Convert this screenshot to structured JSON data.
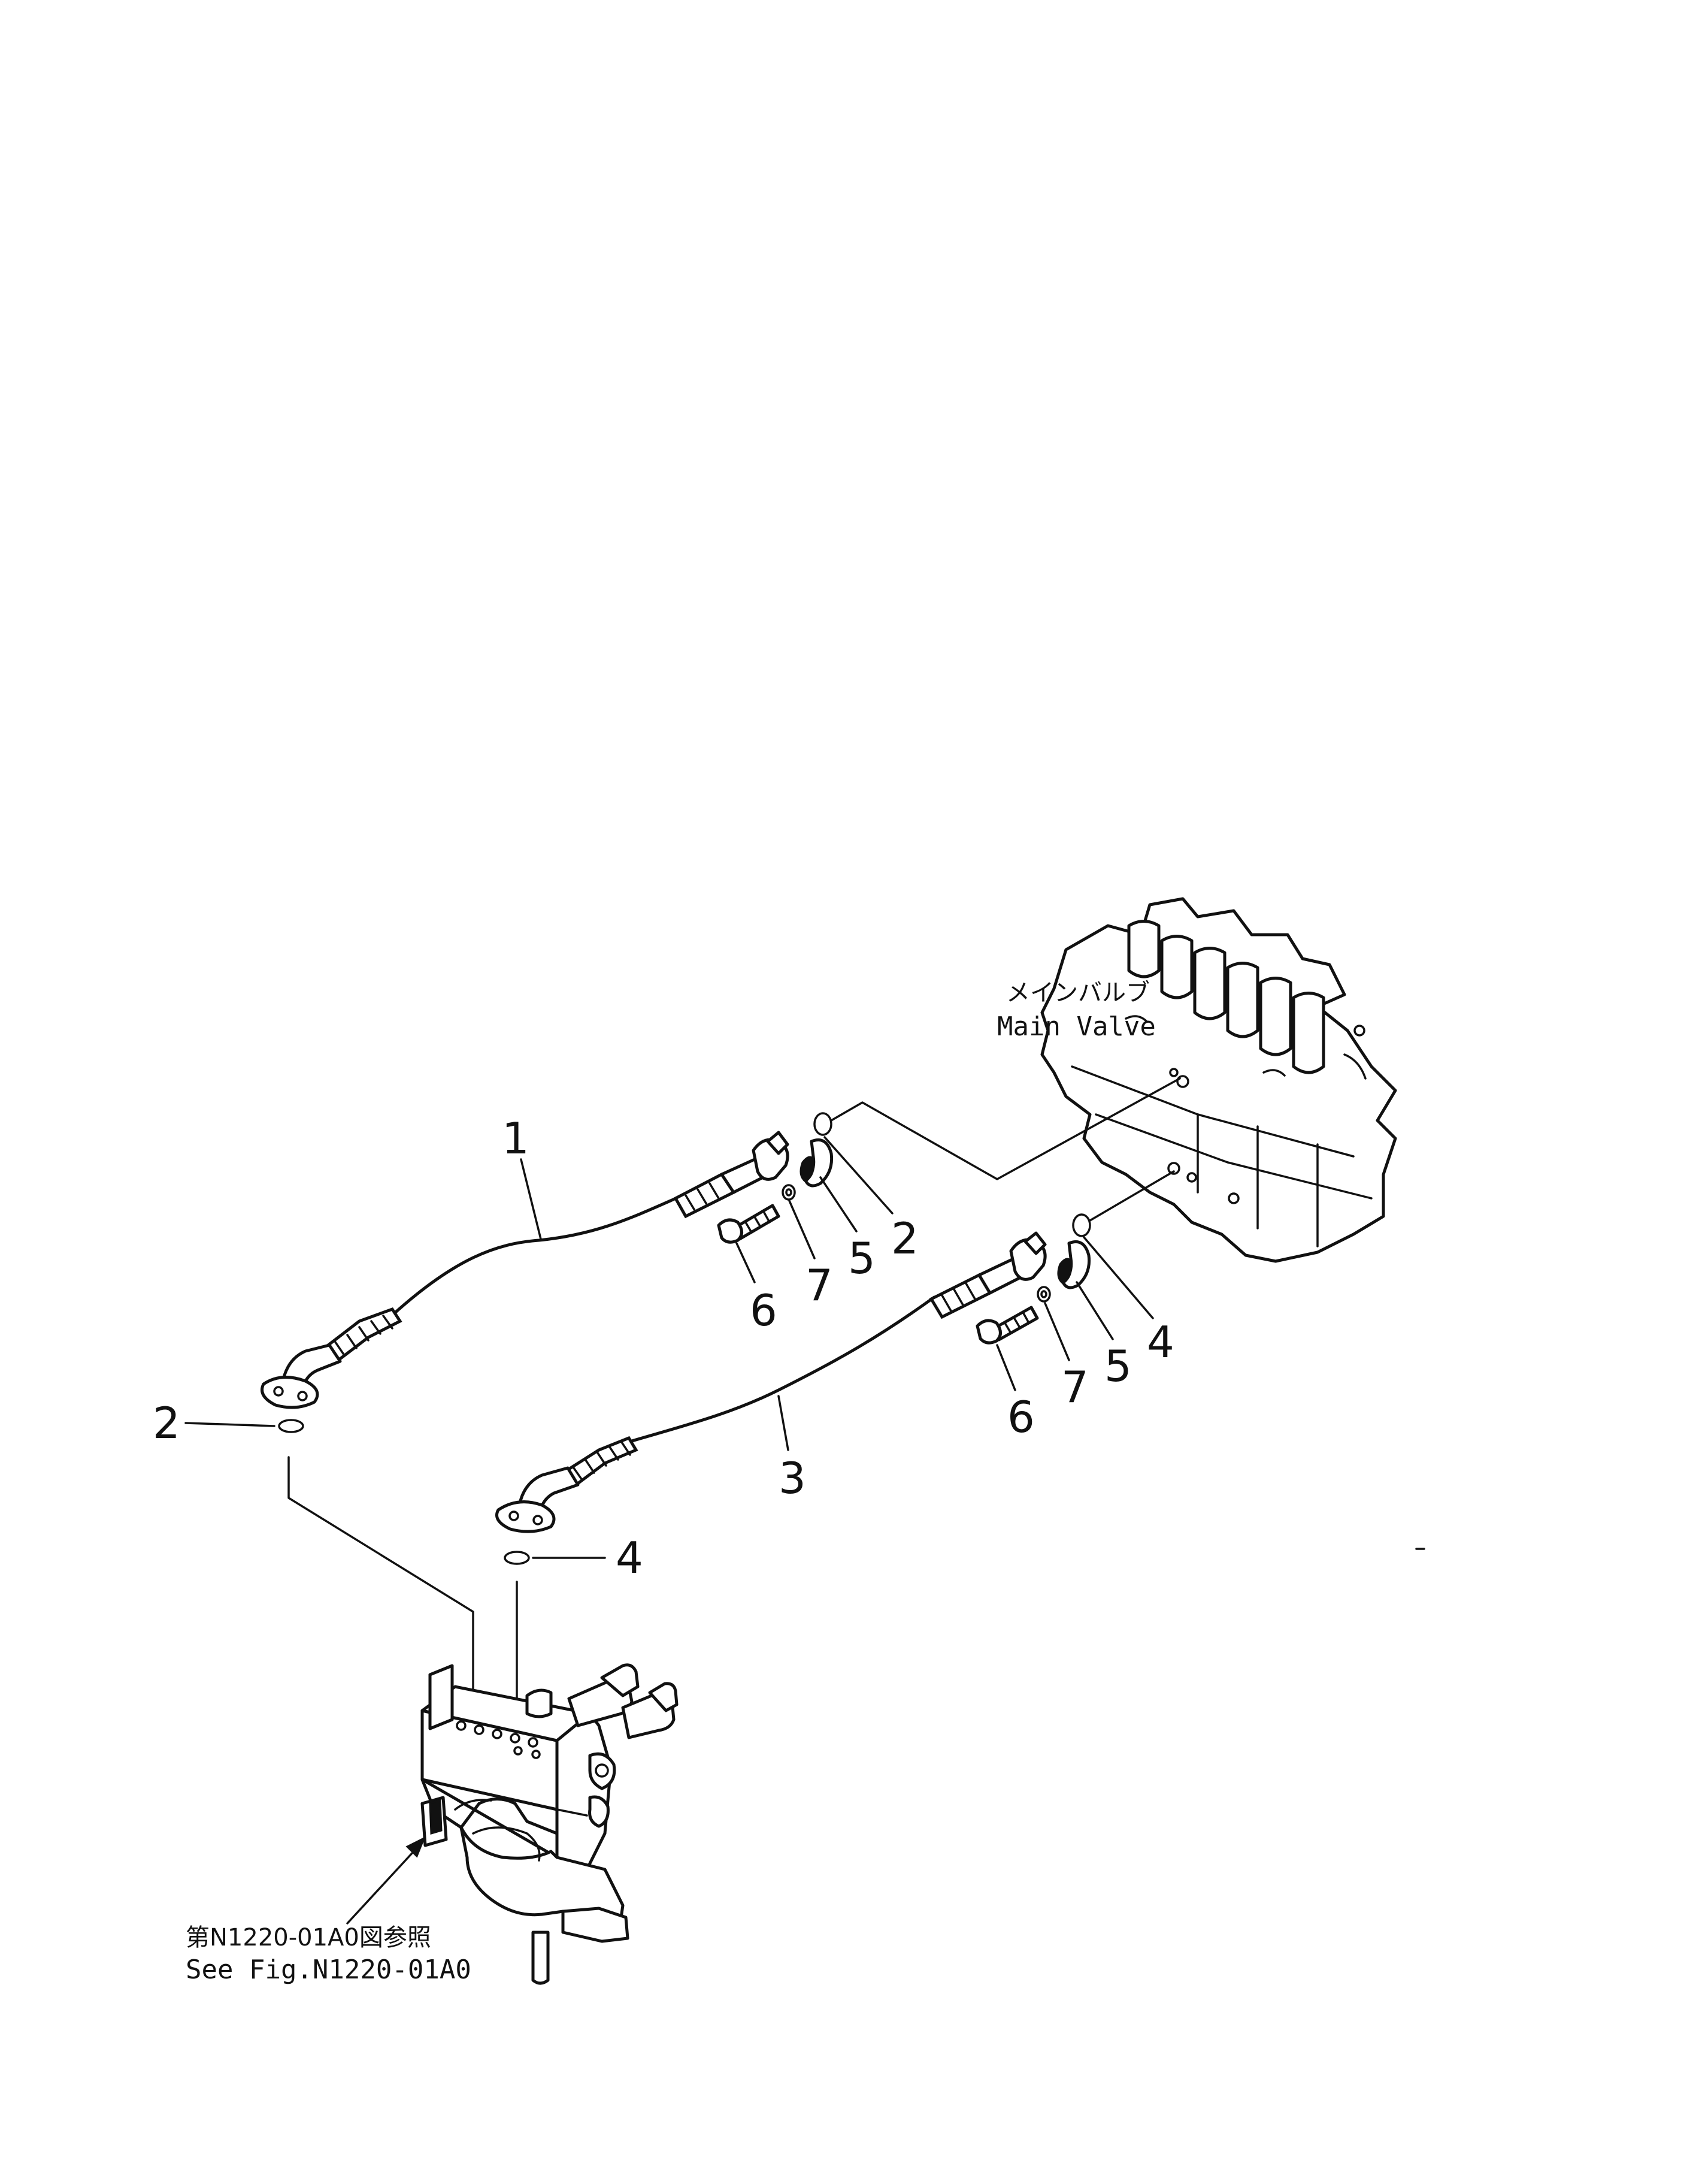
{
  "main_valve_label": {
    "japanese": "メインバルブ",
    "english": "Main Valve"
  },
  "reference_note": {
    "japanese": "第N1220-01A0図参照",
    "english": "See Fig.N1220-01A0"
  },
  "callouts": {
    "hose_1": "1",
    "oring_2_upper": "2",
    "oring_2_lower": "2",
    "hose_3": "3",
    "oring_4_upper": "4",
    "oring_4_lower": "4",
    "clamp_5_upper": "5",
    "clamp_5_lower": "5",
    "bolt_6_upper": "6",
    "bolt_6_lower": "6",
    "washer_7_upper": "7",
    "washer_7_lower": "7"
  }
}
